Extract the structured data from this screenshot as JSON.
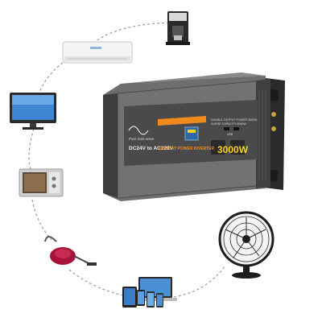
{
  "product": {
    "wave_label": "Pure Sine wave",
    "voltage_label": "DC24V to AC220V",
    "model_label": "DISPLAY POWER INVERTER",
    "power_label": "3000W",
    "spec_line_1": "DOUBLE OUTPUT POWER 3000W",
    "spec_line_2": "SURGE CAPACITY 6000W",
    "usb_label": "USB"
  },
  "colors": {
    "casing": "#6e6e6e",
    "casing_dark": "#3f3f3f",
    "accent_orange": "#f28a1b",
    "power_yellow": "#f5d21a",
    "dotted_path": "#9a9a9a"
  },
  "appliances": [
    {
      "name": "coffee-machine-icon"
    },
    {
      "name": "air-conditioner-icon"
    },
    {
      "name": "monitor-icon"
    },
    {
      "name": "microwave-icon"
    },
    {
      "name": "vacuum-cleaner-icon"
    },
    {
      "name": "laptop-phones-icon"
    },
    {
      "name": "electric-fan-icon"
    }
  ]
}
